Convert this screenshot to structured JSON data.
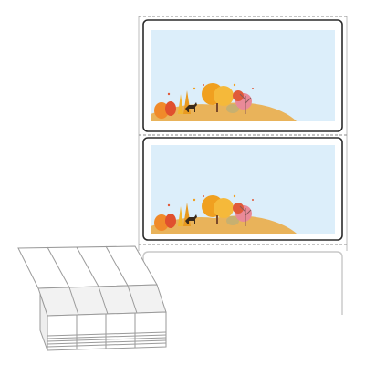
{
  "colors": {
    "background": "#ffffff",
    "label_outline": "#2b2b2b",
    "perforation": "#8a8a8a",
    "print_area": "#dceefa",
    "hill": "#e9b35a",
    "tree_orange": "#f0a020",
    "tree_red": "#e05a3a",
    "tree_pink": "#e07a8a",
    "fanfold_outline": "#9a9a9a"
  },
  "icons": {
    "label_sheet": "label-sheet-icon",
    "print_design": "autumn-forest-illustration",
    "fanfold_stack": "fanfold-stack-icon"
  },
  "labels_per_strip": 2,
  "fanfold_columns": 4
}
